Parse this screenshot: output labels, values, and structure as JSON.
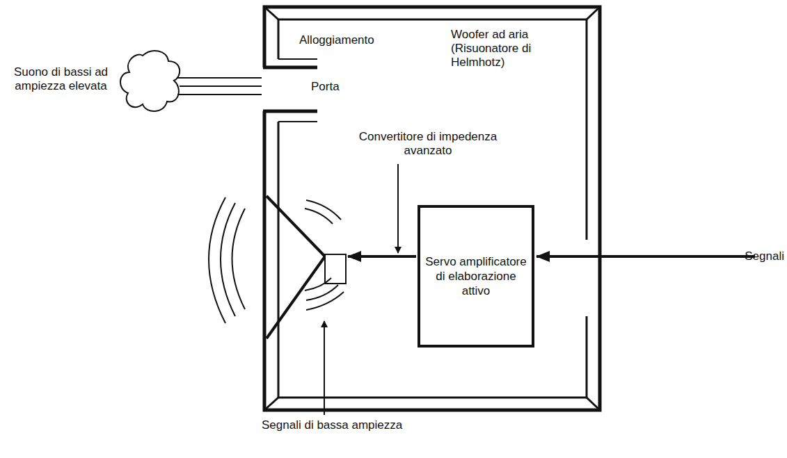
{
  "diagram": {
    "nodes": [
      {
        "text": [
          "Alloggiamento",
          "Woofer ad aria (Risuonatore di Helmhotz)"
        ]
      },
      {
        "text": [
          "Servo amplificatore di elaborazione attivo"
        ],
        "in": 0
      }
    ],
    "labels": [
      "Suono di bassi ad ampiezza elevata",
      "Porta",
      "Convertitore di impedenza avanzato",
      "Segnali",
      "Segnali di bassa ampiezza"
    ]
  }
}
